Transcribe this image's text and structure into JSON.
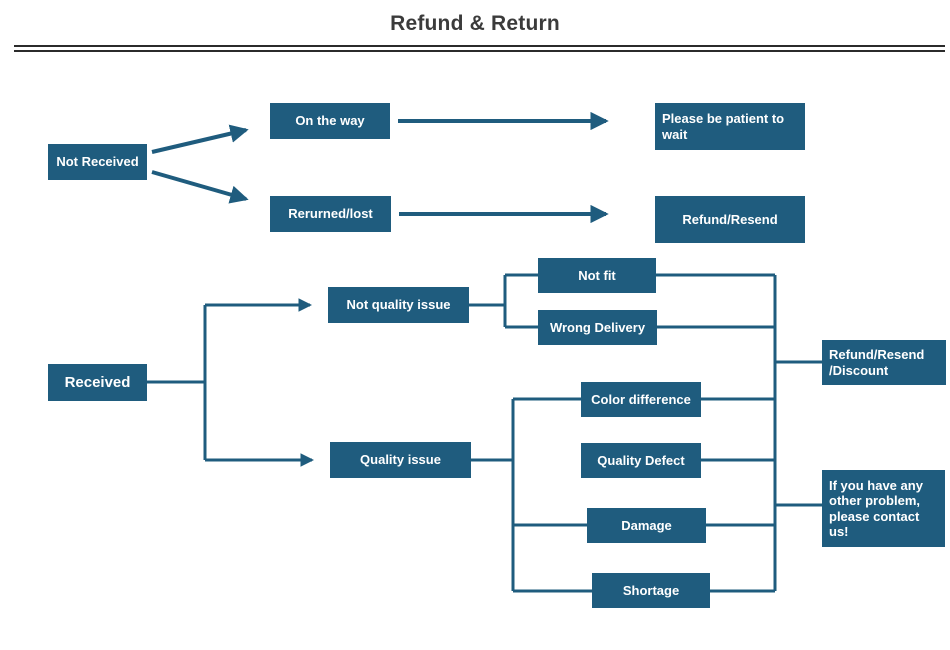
{
  "title": "Refund & Return",
  "colors": {
    "box": "#1F5C7E",
    "line": "#1F5C7E",
    "title": "#3B3B3B",
    "divider": "#2B2B2B"
  },
  "nodes": {
    "not_received": "Not Received",
    "on_the_way": "On the way",
    "returned_lost": "Rerurned/lost",
    "please_be_patient": "Please be patient to wait",
    "refund_resend": "Refund/Resend",
    "received": "Received",
    "not_quality_issue": "Not quality issue",
    "not_fit": "Not fit",
    "wrong_delivery": "Wrong Delivery",
    "refund_resend_discount": "Refund/Resend /Discount",
    "quality_issue": "Quality issue",
    "color_difference": "Color difference",
    "quality_defect": "Quality Defect",
    "damage": "Damage",
    "shortage": "Shortage",
    "other_problem": "If you have any other problem, please contact us!"
  }
}
